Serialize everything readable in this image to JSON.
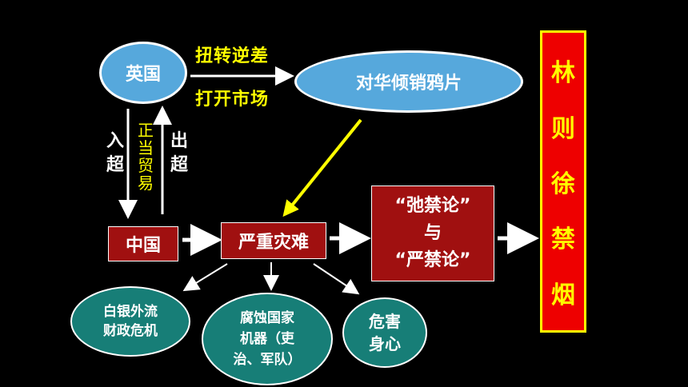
{
  "nodes": {
    "britain": "英国",
    "dumping": "对华倾销鸦片",
    "china": "中国",
    "disaster": "严重灾难",
    "debate_line1": "“弛禁论”",
    "debate_line2": "与",
    "debate_line3": "“严禁论”",
    "lin": [
      "林",
      "则",
      "徐",
      "禁",
      "烟"
    ]
  },
  "labels": {
    "reverse_deficit": "扭转逆差",
    "open_market": "打开市场",
    "import_chars": [
      "入",
      "超"
    ],
    "export_chars": [
      "出",
      "超"
    ],
    "legit_trade_chars": [
      "正",
      "当",
      "贸",
      "易"
    ]
  },
  "effects": {
    "silver": [
      "白银外流",
      "财政危机"
    ],
    "corrupt": [
      "腐蚀国家",
      "机器（吏",
      "治、军队）"
    ],
    "health": [
      "危害",
      "身心"
    ]
  },
  "colors": {
    "background": "#000000",
    "blue_node": "#56a8dc",
    "red_box": "#a01010",
    "teal_circle": "#177e77",
    "yellow": "#ffff00",
    "lin_box": "#ee0000"
  }
}
